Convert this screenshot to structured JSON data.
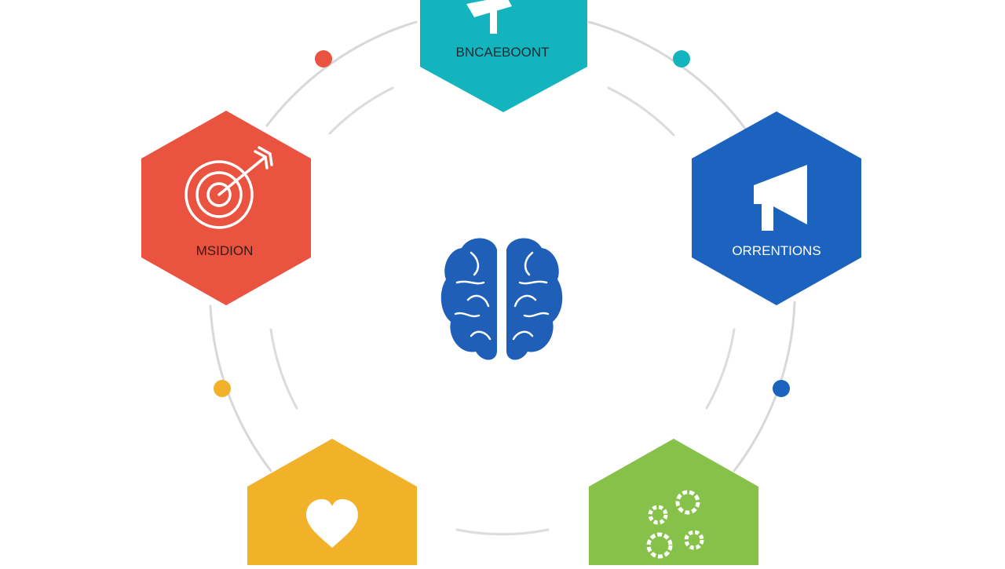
{
  "diagram": {
    "center": {
      "icon": "brain-icon",
      "color": "#1f5fb8"
    },
    "nodes": [
      {
        "id": "top",
        "label": "BNCAEBOONT",
        "icon": "signpost-icon",
        "color": "#13b4be"
      },
      {
        "id": "right",
        "label": "ORRENTIONS",
        "icon": "megaphone-icon",
        "color": "#1c63bf"
      },
      {
        "id": "left",
        "label": "MSIDION",
        "icon": "target-icon",
        "color": "#e9533f"
      },
      {
        "id": "bottom-left",
        "label": "",
        "icon": "heart-icon",
        "color": "#f1b128"
      },
      {
        "id": "bottom-right",
        "label": "",
        "icon": "gears-icon",
        "color": "#86c24a"
      }
    ],
    "ring_dots": [
      {
        "id": "red",
        "color": "#e9533f"
      },
      {
        "id": "teal",
        "color": "#13b4be"
      },
      {
        "id": "yellow",
        "color": "#f1b128"
      },
      {
        "id": "blue",
        "color": "#1c63bf"
      }
    ],
    "ring_color": "#d8d8d8"
  }
}
